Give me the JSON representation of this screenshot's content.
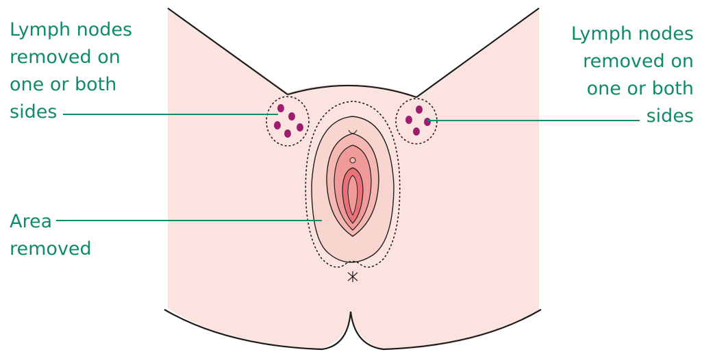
{
  "colors": {
    "text": "#0f8a6a",
    "leader_line": "#0f8a6a",
    "skin": "#fbe4df",
    "skin_shadow": "#f1cfc8",
    "outline": "#1c1c1c",
    "lymph_node": "#9b1f6e",
    "tissue_inner": "#e9717a",
    "tissue_mid": "#f19a9a",
    "tissue_outer": "#f6b8b2"
  },
  "labels": {
    "lymph_left": [
      "Lymph nodes",
      "removed on",
      "one or both",
      "sides"
    ],
    "lymph_right": [
      "Lymph nodes",
      "removed on",
      "one or both",
      "sides"
    ],
    "area": [
      "Area",
      "removed"
    ]
  }
}
